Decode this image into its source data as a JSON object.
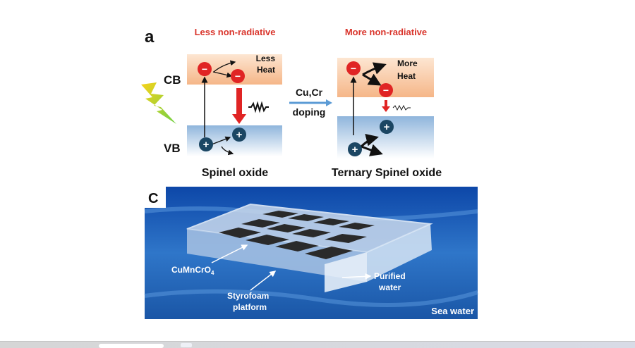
{
  "panel_a": {
    "label": "a",
    "left_title": "Less non-radiative",
    "right_title": "More non-radiative",
    "cb_label": "CB",
    "vb_label": "VB",
    "left_heat": [
      "Less",
      "Heat"
    ],
    "right_heat": [
      "More",
      "Heat"
    ],
    "arrow_top": "Cu,Cr",
    "arrow_bottom": "doping",
    "left_caption": "Spinel oxide",
    "right_caption": "Ternary Spinel oxide",
    "electron_symbol": "−",
    "hole_symbol": "+"
  },
  "panel_c": {
    "label": "C",
    "material_label": "CuMnCrO",
    "material_subscript": "4",
    "platform_label": [
      "Styrofoam",
      "platform"
    ],
    "purified_label": [
      "Purified",
      "water"
    ],
    "sea_label": "Sea water"
  },
  "colors": {
    "red": "#e02424",
    "navy": "#1b4663",
    "title_red": "#d9342b",
    "sea": "#1f5fb0"
  }
}
